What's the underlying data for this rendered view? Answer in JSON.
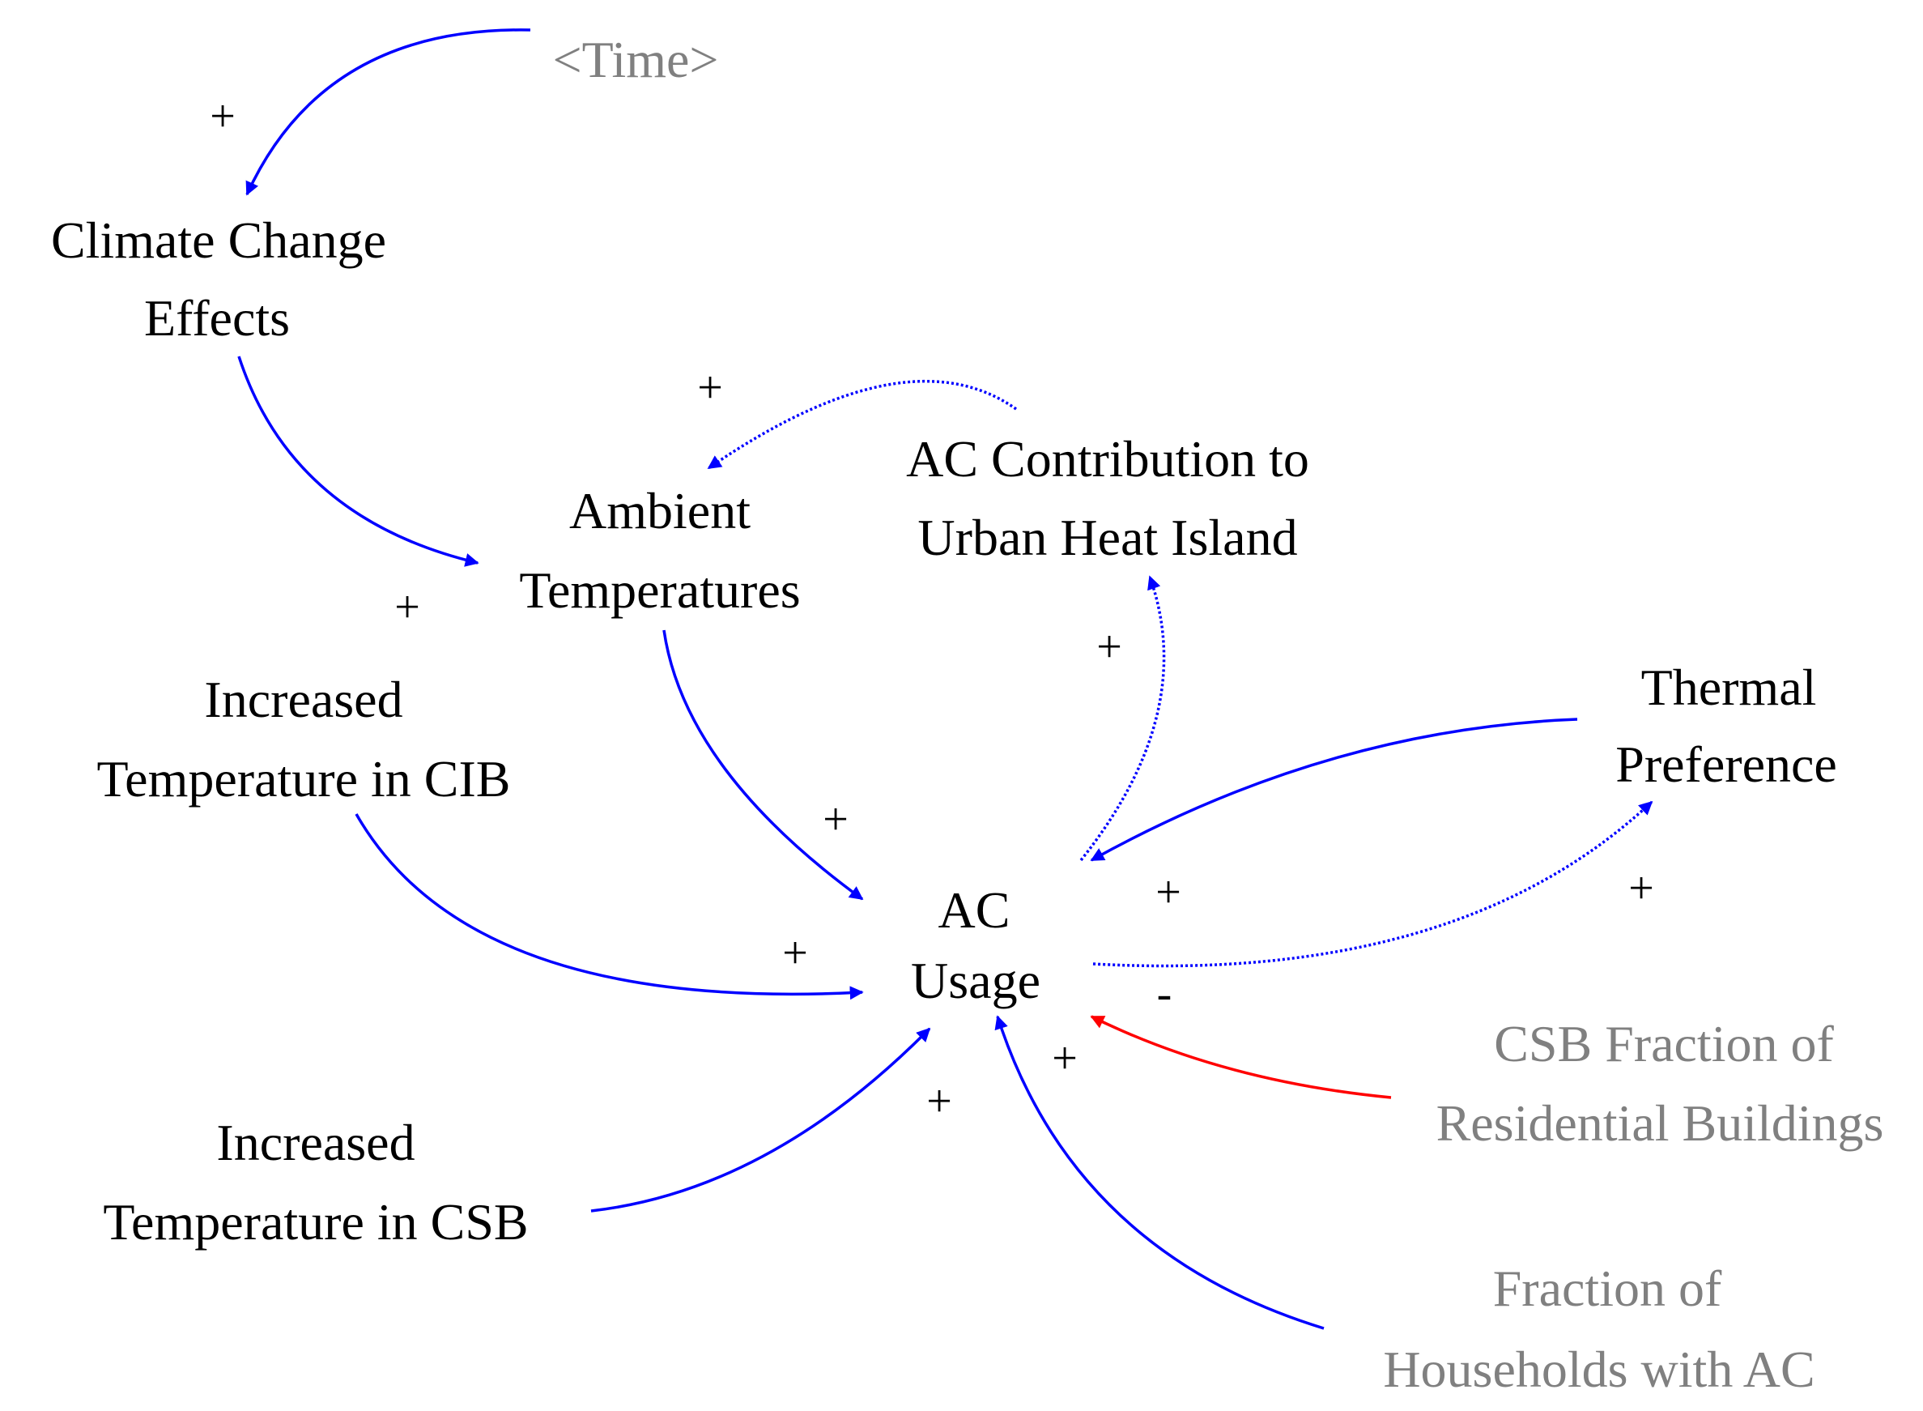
{
  "diagram": {
    "type": "causal-loop-diagram",
    "colors": {
      "positive_link": "#0000ff",
      "negative_link": "#ff0000",
      "variable_text": "#000000",
      "shadow_variable_text": "#808080"
    },
    "nodes": {
      "time": {
        "line1": "<Time>",
        "shadow": true
      },
      "climate_change_effects": {
        "line1": "Climate Change",
        "line2": "Effects"
      },
      "ambient_temperatures": {
        "line1": "Ambient",
        "line2": "Temperatures"
      },
      "ac_contribution_uhi": {
        "line1": "AC Contribution to",
        "line2": "Urban Heat Island"
      },
      "increased_temp_cib": {
        "line1": "Increased",
        "line2": "Temperature in CIB"
      },
      "thermal_preference": {
        "line1": "Thermal",
        "line2": "Preference"
      },
      "ac_usage": {
        "line1": "AC",
        "line2": "Usage"
      },
      "csb_fraction": {
        "line1": "CSB Fraction of",
        "line2": "Residential Buildings",
        "shadow": true
      },
      "increased_temp_csb": {
        "line1": "Increased",
        "line2": "Temperature in CSB"
      },
      "fraction_households_ac": {
        "line1": "Fraction of",
        "line2": "Households with AC",
        "shadow": true
      }
    },
    "links": [
      {
        "from": "time",
        "to": "climate_change_effects",
        "polarity": "+",
        "style": "solid"
      },
      {
        "from": "climate_change_effects",
        "to": "ambient_temperatures",
        "polarity": "+",
        "style": "solid"
      },
      {
        "from": "ac_contribution_uhi",
        "to": "ambient_temperatures",
        "polarity": "+",
        "style": "dotted"
      },
      {
        "from": "ambient_temperatures",
        "to": "ac_usage",
        "polarity": "+",
        "style": "solid"
      },
      {
        "from": "increased_temp_cib",
        "to": "ac_usage",
        "polarity": "+",
        "style": "solid"
      },
      {
        "from": "ac_usage",
        "to": "ac_contribution_uhi",
        "polarity": "+",
        "style": "dotted"
      },
      {
        "from": "thermal_preference",
        "to": "ac_usage",
        "polarity": "+",
        "style": "solid"
      },
      {
        "from": "ac_usage",
        "to": "thermal_preference",
        "polarity": "+",
        "style": "dotted"
      },
      {
        "from": "csb_fraction",
        "to": "ac_usage",
        "polarity": "-",
        "style": "solid"
      },
      {
        "from": "increased_temp_csb",
        "to": "ac_usage",
        "polarity": "+",
        "style": "solid"
      },
      {
        "from": "fraction_households_ac",
        "to": "ac_usage",
        "polarity": "+",
        "style": "solid"
      }
    ]
  }
}
